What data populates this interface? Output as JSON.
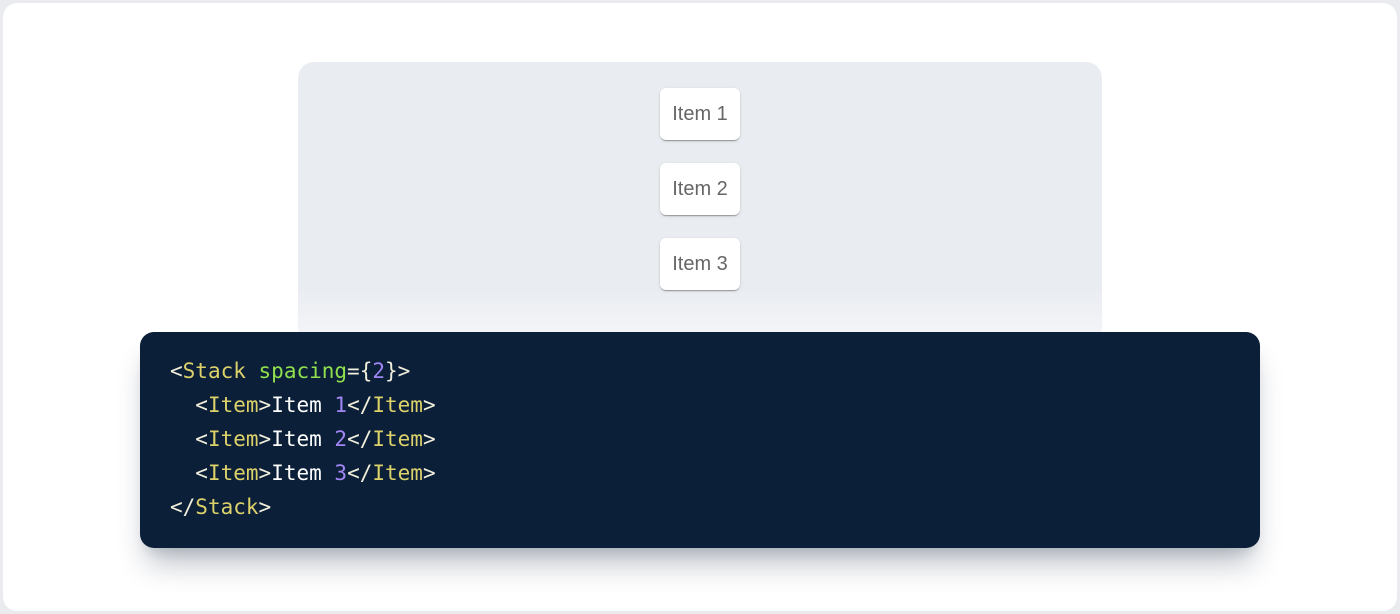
{
  "page": {
    "outer_background": "#e9ebee",
    "card_background": "#ffffff"
  },
  "demo": {
    "panel_background": "#e9ecf1",
    "panel_fade_color": "#f5f6f9",
    "item_text_color": "#666666",
    "items": [
      {
        "label": "Item 1"
      },
      {
        "label": "Item 2"
      },
      {
        "label": "Item 3"
      }
    ]
  },
  "code": {
    "background": "#0b1f38",
    "token_colors": {
      "punctuation": "#f1efdc",
      "tag": "#ddd26a",
      "attr": "#90e04e",
      "number": "#a287f4",
      "text": "#ffffff"
    },
    "lines": [
      [
        {
          "type": "punctuation",
          "value": "<"
        },
        {
          "type": "tag",
          "value": "Stack"
        },
        {
          "type": "text",
          "value": " "
        },
        {
          "type": "attr",
          "value": "spacing"
        },
        {
          "type": "punctuation",
          "value": "={"
        },
        {
          "type": "number",
          "value": "2"
        },
        {
          "type": "punctuation",
          "value": "}>"
        }
      ],
      [
        {
          "type": "text",
          "value": "  "
        },
        {
          "type": "punctuation",
          "value": "<"
        },
        {
          "type": "tag",
          "value": "Item"
        },
        {
          "type": "punctuation",
          "value": ">"
        },
        {
          "type": "text",
          "value": "Item "
        },
        {
          "type": "number",
          "value": "1"
        },
        {
          "type": "punctuation",
          "value": "</"
        },
        {
          "type": "tag",
          "value": "Item"
        },
        {
          "type": "punctuation",
          "value": ">"
        }
      ],
      [
        {
          "type": "text",
          "value": "  "
        },
        {
          "type": "punctuation",
          "value": "<"
        },
        {
          "type": "tag",
          "value": "Item"
        },
        {
          "type": "punctuation",
          "value": ">"
        },
        {
          "type": "text",
          "value": "Item "
        },
        {
          "type": "number",
          "value": "2"
        },
        {
          "type": "punctuation",
          "value": "</"
        },
        {
          "type": "tag",
          "value": "Item"
        },
        {
          "type": "punctuation",
          "value": ">"
        }
      ],
      [
        {
          "type": "text",
          "value": "  "
        },
        {
          "type": "punctuation",
          "value": "<"
        },
        {
          "type": "tag",
          "value": "Item"
        },
        {
          "type": "punctuation",
          "value": ">"
        },
        {
          "type": "text",
          "value": "Item "
        },
        {
          "type": "number",
          "value": "3"
        },
        {
          "type": "punctuation",
          "value": "</"
        },
        {
          "type": "tag",
          "value": "Item"
        },
        {
          "type": "punctuation",
          "value": ">"
        }
      ],
      [
        {
          "type": "punctuation",
          "value": "</"
        },
        {
          "type": "tag",
          "value": "Stack"
        },
        {
          "type": "punctuation",
          "value": ">"
        }
      ]
    ]
  }
}
